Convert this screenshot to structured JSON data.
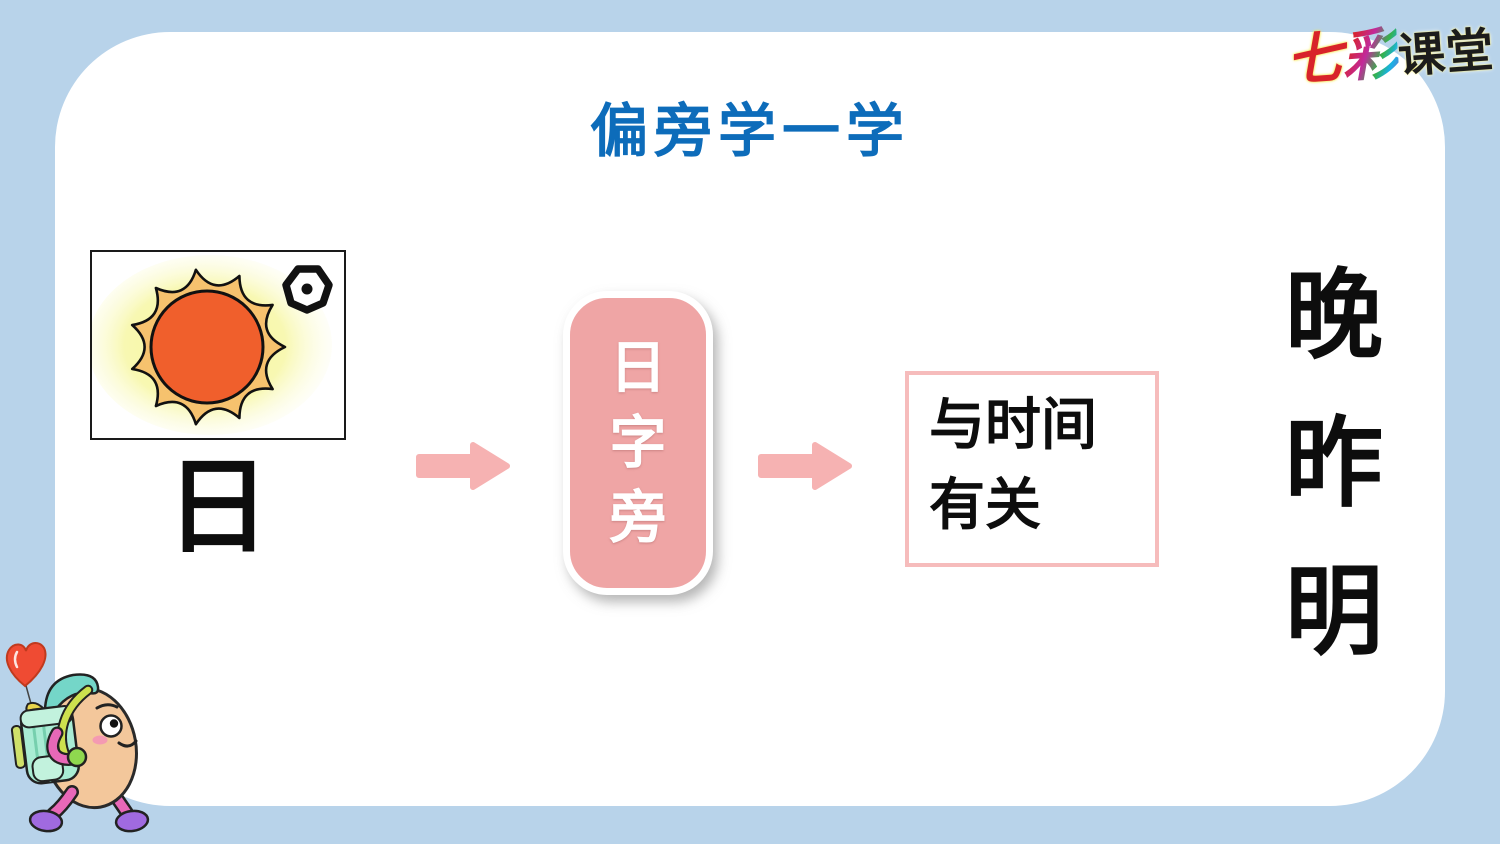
{
  "colors": {
    "background": "#b8d3ea",
    "panel": "#ffffff",
    "title_blue": "#0d6cba",
    "card_pink": "#efa5a5",
    "arrow_pink": "#f6b2b2",
    "box_border_pink": "#f6bcbc"
  },
  "logo": {
    "char1": "七",
    "char2": "彩",
    "part2": "课堂",
    "full": "七彩课堂"
  },
  "title": "偏旁学一学",
  "flow": {
    "source_character": "日",
    "radical_card": {
      "chars": [
        "日",
        "字",
        "旁"
      ],
      "full": "日字旁"
    },
    "meaning": {
      "line1": "与时间",
      "line2": "有关",
      "full": "与时间有关"
    },
    "examples": [
      "晚",
      "昨",
      "明"
    ]
  },
  "icons": {
    "sun": "sun-icon",
    "oracle_sun": "oracle-sun-icon",
    "arrow": "arrow-right-icon",
    "mascot": "mascot-walking-egg-icon"
  }
}
